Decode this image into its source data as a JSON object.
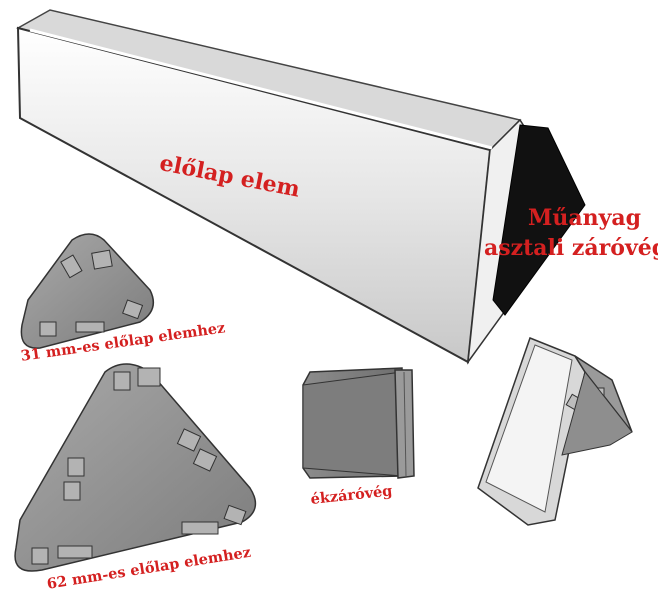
{
  "labels": {
    "front_element": "előlap elem",
    "plastic_endcap_line1": "Műanyag",
    "plastic_endcap_line2": "asztali záróvég",
    "cap_31mm": "31 mm-es előlap elemhez",
    "cap_62mm": "62 mm-es előlap elemhez",
    "corner_cap": "ékzáróvég"
  },
  "colors": {
    "label": "#d42020",
    "plastic_grey": "#8a8a8a",
    "aluminium": "#f2f2f2",
    "black_cap": "#111111"
  }
}
